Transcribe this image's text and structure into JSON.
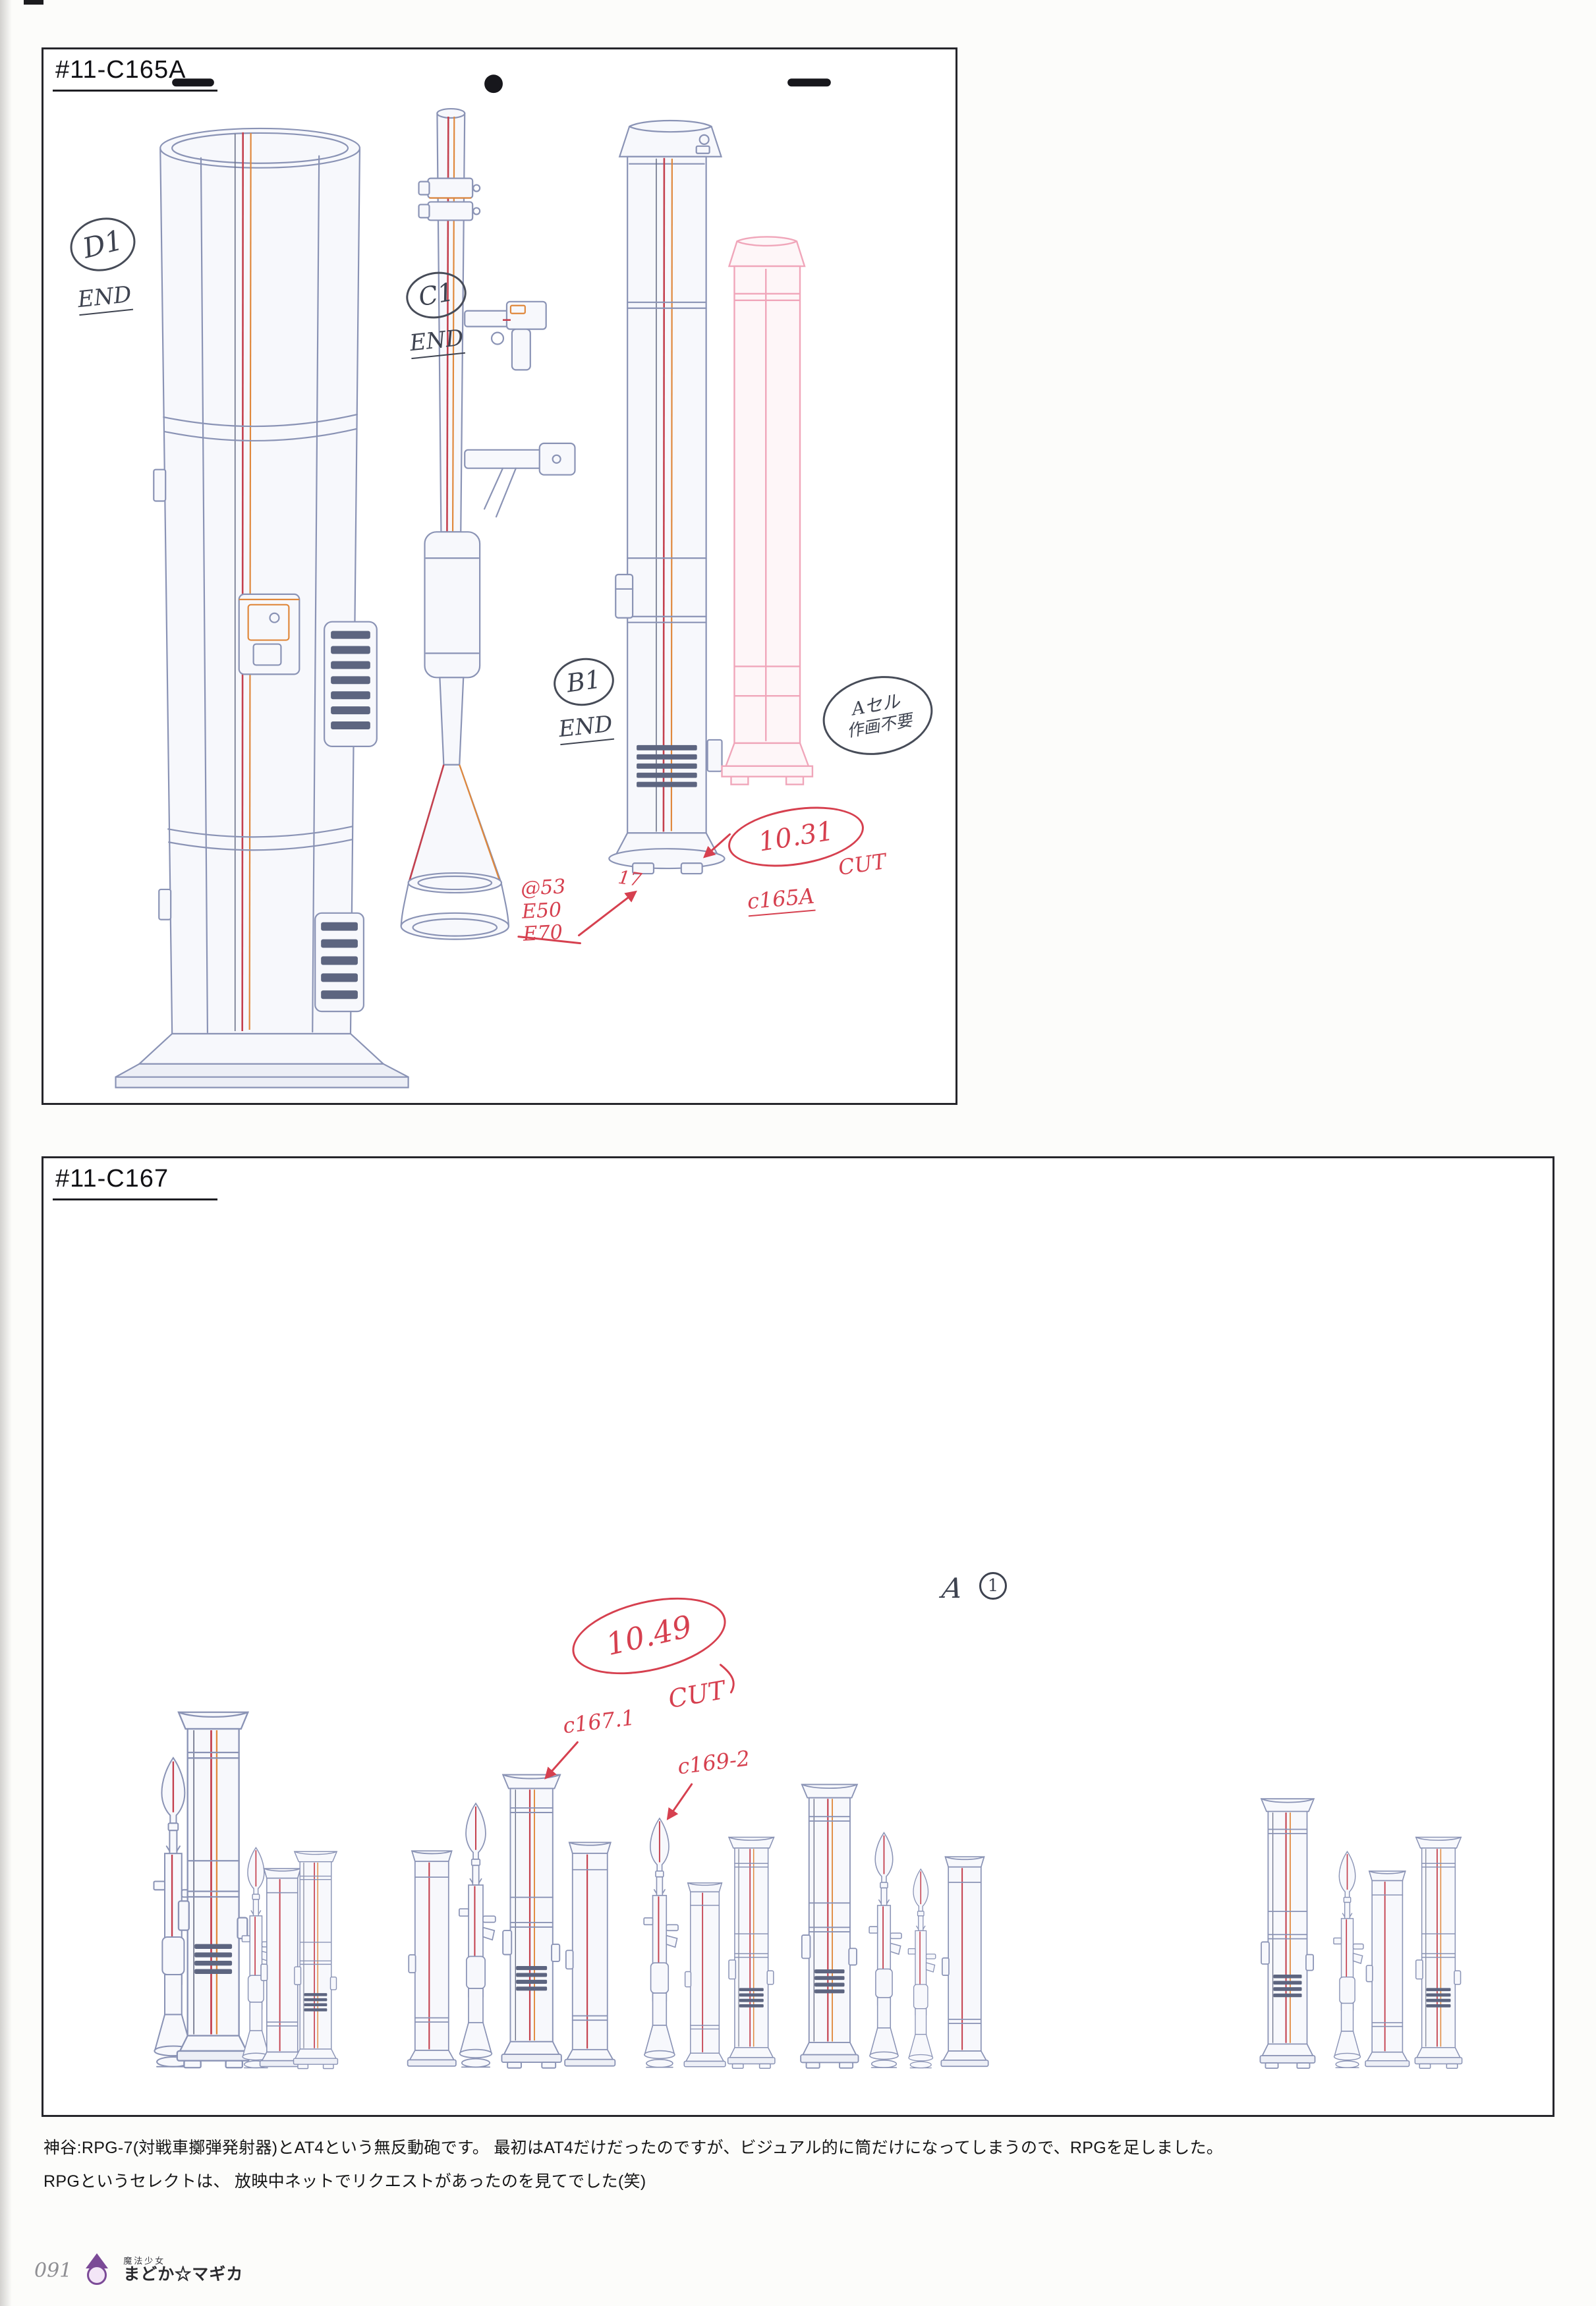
{
  "page": {
    "number": "091",
    "caption_line1": "神谷:RPG-7(対戦車擲弾発射器)とAT4という無反動砲です。 最初はAT4だけだったのですが、ビジュアル的に筒だけになってしまうので、RPGを足しました。",
    "caption_line2": "RPGというセレクトは、 放映中ネットでリクエストがあったのを見てでした(笑)",
    "logo": {
      "series_small": "魔法少女",
      "series_main": "まどか☆マギカ"
    }
  },
  "colors": {
    "pencil": "#8a93b5",
    "graphite": "#3e4350",
    "accent_red": "#c4404e",
    "accent_orange": "#e0883c",
    "annotation_red": "#d6404f",
    "ghost_pink": "#f0a6ba",
    "vent": "#5d6580",
    "logo_purple": "#7b4a97"
  },
  "panel1": {
    "label": "#11-C165A",
    "annotations": {
      "d1_label": "D1",
      "c1_label": "C1",
      "b1_label": "B1",
      "end_label": "END",
      "cel_note_line1": "Aセル",
      "cel_note_line2": "作画不要",
      "cut_number": "10.31",
      "cut_label": "CUT",
      "cut_ref": "c165A",
      "timing_note_1": "@53",
      "timing_note_2": "E50",
      "timing_note_3": "E70",
      "timing_arrow_label": "17"
    }
  },
  "panel2": {
    "label": "#11-C167",
    "annotations": {
      "cel_mark": "A",
      "circled_number": "1",
      "cut_number": "10.49",
      "cut_label": "CUT",
      "cut_ref_1": "c167.1",
      "cut_ref_2": "c169-2"
    }
  }
}
